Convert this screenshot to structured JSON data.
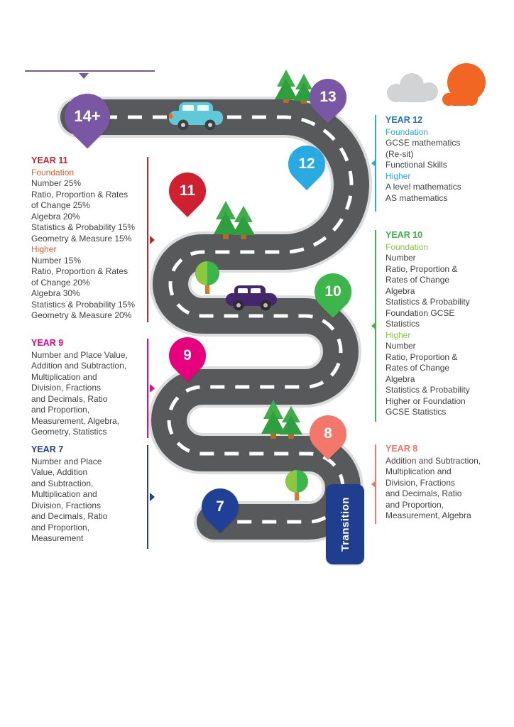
{
  "palette": {
    "road": "#58595b",
    "road_edge": "#dcdddf",
    "road_line": "#ffffff"
  },
  "pins": {
    "p14": {
      "label": "14+",
      "color": "#7a57a4"
    },
    "p13": {
      "label": "13",
      "color": "#7a57a4"
    },
    "p12": {
      "label": "12",
      "color": "#29abe2"
    },
    "p11": {
      "label": "11",
      "color": "#cf2030"
    },
    "p10": {
      "label": "10",
      "color": "#3cb54a"
    },
    "p9": {
      "label": "9",
      "color": "#e6007e"
    },
    "p8": {
      "label": "8",
      "color": "#f4776b"
    },
    "p7": {
      "label": "7",
      "color": "#1f4096"
    }
  },
  "transition": {
    "label": "Transition",
    "color": "#1f3e8f"
  },
  "bracket14": {
    "color": "#7a57a4"
  },
  "sections": {
    "year11": {
      "title": "YEAR 11",
      "title_color": "#c1272d",
      "accent": "#c1272d",
      "sub_color": "#f15a29",
      "foundation_label": "Foundation",
      "foundation_text": "Number 25%\nRatio, Proportion & Rates\nof Change 25%\nAlgebra 20%\nStatistics & Probability 15%\nGeometry & Measure 15%",
      "higher_label": "Higher",
      "higher_text": "Number 15%\nRatio, Proportion & Rates\nof Change 20%\nAlgebra 30%\nStatistics & Probability 15%\nGeometry & Measure 20%"
    },
    "year9": {
      "title": "YEAR 9",
      "title_color": "#ec008c",
      "accent": "#ec008c",
      "text": "Number and Place Value,\nAddition and Subtraction,\nMultiplication and\nDivision, Fractions\nand Decimals, Ratio\nand Proportion,\nMeasurement, Algebra,\nGeometry, Statistics"
    },
    "year7": {
      "title": "YEAR 7",
      "title_color": "#26418f",
      "accent": "#26418f",
      "text": "Number and Place\nValue, Addition\nand Subtraction,\nMultiplication and\nDivision, Fractions\nand Decimals, Ratio\nand Proportion,\nMeasurement"
    },
    "year12": {
      "title": "YEAR 12",
      "title_color": "#1b75bc",
      "accent": "#29abe2",
      "sub_color": "#29abe2",
      "foundation_label": "Foundation",
      "foundation_text": "GCSE mathematics\n(Re-sit)\nFunctional Skills",
      "higher_label": "Higher",
      "higher_text": "A level mathematics\nAS mathematics"
    },
    "year10": {
      "title": "YEAR 10",
      "title_color": "#39b54a",
      "accent": "#3cb54a",
      "sub_color": "#8bc53f",
      "foundation_label": "Foundation",
      "foundation_text": "Number\nRatio, Proportion &\nRates of Change\nAlgebra\nStatistics & Probability\nFoundation GCSE\nStatistics",
      "higher_label": "Higher",
      "higher_text": "Number\nRatio, Proportion &\nRates of Change\nAlgebra\nStatistics & Probability\nHigher or Foundation\nGCSE Statistics"
    },
    "year8": {
      "title": "YEAR 8",
      "title_color": "#f4776b",
      "accent": "#f4776b",
      "text": "Addition and Subtraction,\nMultiplication and\nDivision, Fractions\nand Decimals, Ratio\nand Proportion,\nMeasurement, Algebra"
    }
  }
}
